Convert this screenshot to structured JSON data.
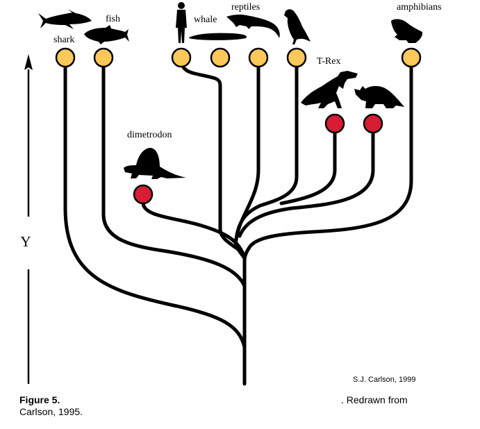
{
  "figure": {
    "axis_label": "Y",
    "credit": "S.J. Carlson, 1999",
    "caption_title": "Figure 5.",
    "caption_tail": ". Redrawn from",
    "caption_line2": "Carlson, 1995."
  },
  "colors": {
    "living_node": "#fcc85a",
    "extinct_node": "#d81c34",
    "line": "#000000"
  },
  "taxa": [
    {
      "id": "shark",
      "label": "shark",
      "status": "living",
      "icon": "shark-icon"
    },
    {
      "id": "fish",
      "label": "fish",
      "status": "living",
      "icon": "tuna-icon"
    },
    {
      "id": "human",
      "label": "",
      "status": "living",
      "icon": "human-icon"
    },
    {
      "id": "whale",
      "label": "whale",
      "status": "living",
      "icon": "whale-icon"
    },
    {
      "id": "reptile",
      "label": "reptiles",
      "status": "living",
      "icon": "crocodile-icon"
    },
    {
      "id": "bird",
      "label": "",
      "status": "living",
      "icon": "bird-icon"
    },
    {
      "id": "amphibian",
      "label": "amphibians",
      "status": "living",
      "icon": "frog-icon"
    },
    {
      "id": "trex",
      "label": "T-Rex",
      "status": "extinct",
      "icon": "trex-icon"
    },
    {
      "id": "triceratops",
      "label": "",
      "status": "extinct",
      "icon": "triceratops-icon"
    },
    {
      "id": "dimetrodon",
      "label": "dimetrodon",
      "status": "extinct",
      "icon": "dimetrodon-icon"
    }
  ]
}
